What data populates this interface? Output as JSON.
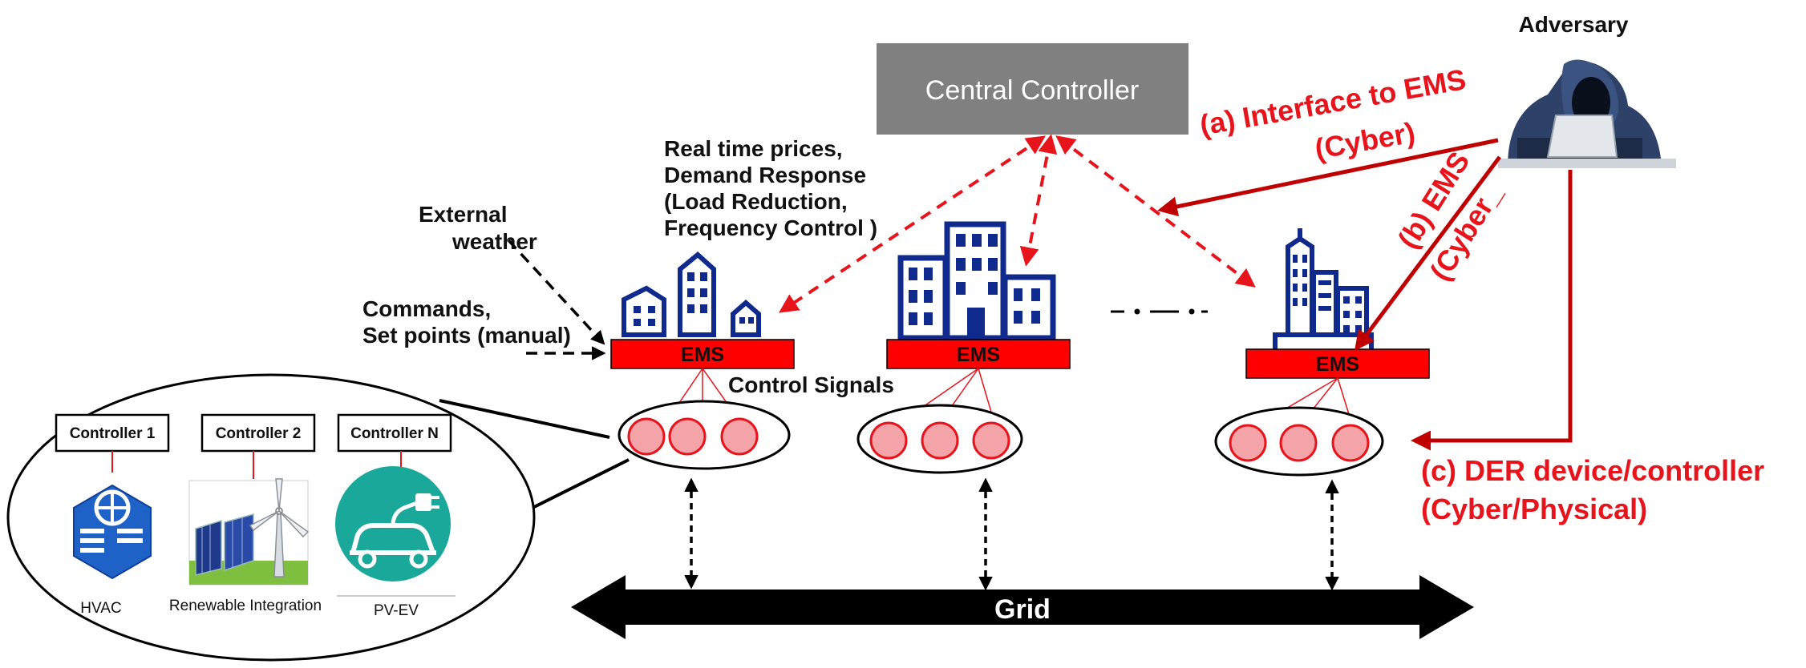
{
  "central_controller": {
    "label": "Central Controller"
  },
  "adversary": {
    "label": "Adversary"
  },
  "inputs": {
    "external_weather": [
      "External",
      "weather"
    ],
    "commands": [
      "Commands,",
      "Set points (manual)"
    ],
    "prices": [
      "Real time prices,",
      "Demand Response",
      "(Load Reduction,",
      "Frequency Control )"
    ]
  },
  "ems_label": "EMS",
  "control_signals_label": "Control Signals",
  "ellipsis": ". — .",
  "attacks": {
    "a": [
      "(a) Interface to EMS",
      "(Cyber)"
    ],
    "b": [
      "(b) EMS",
      "(Cyber_"
    ],
    "c": [
      "(c) DER device/controller",
      "(Cyber/Physical)"
    ]
  },
  "zoom": {
    "controllers": [
      {
        "label": "Controller 1",
        "caption": "HVAC",
        "icon": "hvac-icon"
      },
      {
        "label": "Controller 2",
        "caption": "Renewable  Integration",
        "icon": "solar-wind-icon"
      },
      {
        "label": "Controller N",
        "caption": "PV-EV",
        "icon": "ev-charging-icon"
      }
    ]
  },
  "grid": {
    "label": "Grid"
  },
  "colors": {
    "red": "#e8141c",
    "dark_red": "#c00000",
    "navy": "#0f2a8c",
    "grey": "#808080",
    "teal": "#1aa89a",
    "hvac_blue": "#1e62c8"
  }
}
